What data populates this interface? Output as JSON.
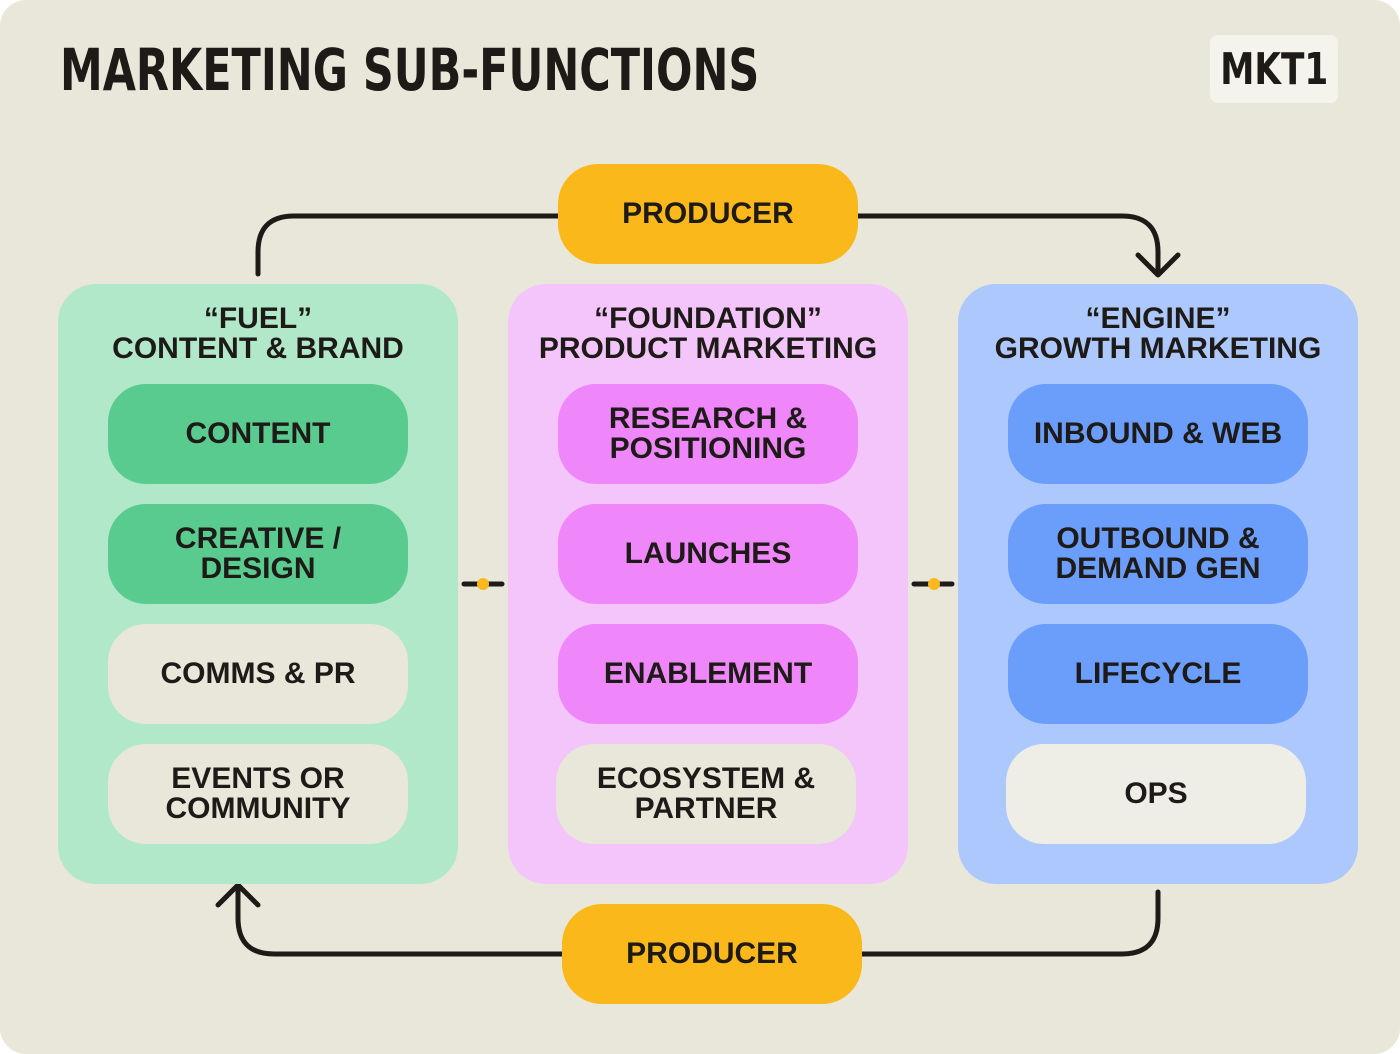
{
  "title": "MARKETING SUB-FUNCTIONS",
  "logo": "MKT1",
  "colors": {
    "background": "#e8e7da",
    "producer": "#fbb81a",
    "fuel_panel": "#b1e8ca",
    "fuel_item": "#5acb8e",
    "foundation_panel": "#f4c5fa",
    "foundation_item": "#ef86fa",
    "engine_panel": "#adc8fc",
    "engine_item": "#6b9dfb",
    "neutral_item": "#e8e7da",
    "connector": "#1d1a17",
    "connector_dot": "#fbb81a"
  },
  "producer_top": "PRODUCER",
  "producer_bottom": "PRODUCER",
  "panels": [
    {
      "quote": "“FUEL”",
      "name": "CONTENT & BRAND",
      "items": [
        "CONTENT",
        "CREATIVE /\nDESIGN",
        "COMMS & PR",
        "EVENTS OR\nCOMMUNITY"
      ]
    },
    {
      "quote": "“FOUNDATION”",
      "name": "PRODUCT MARKETING",
      "items": [
        "RESEARCH &\nPOSITIONING",
        "LAUNCHES",
        "ENABLEMENT",
        "ECOSYSTEM &\nPARTNER"
      ]
    },
    {
      "quote": "“ENGINE”",
      "name": "GROWTH MARKETING",
      "items": [
        "INBOUND & WEB",
        "OUTBOUND &\nDEMAND GEN",
        "LIFECYCLE",
        "OPS"
      ]
    }
  ]
}
